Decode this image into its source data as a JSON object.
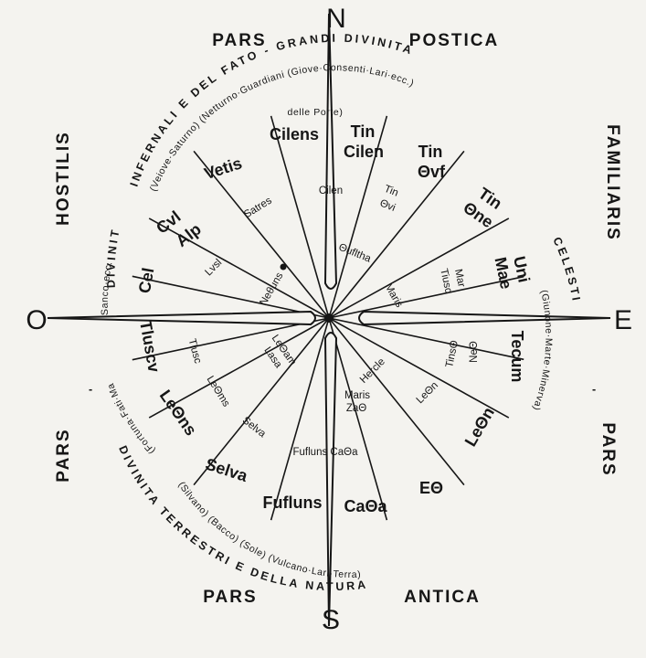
{
  "quadrants": {
    "top_left": "PARS",
    "top_right": "POSTICA",
    "bottom_left": "PARS",
    "bottom_right": "ANTICA",
    "left": "HOSTILIS",
    "right": "FAMILIARIS",
    "left_lower": "PARS",
    "right_lower": "PARS"
  },
  "cardinals": {
    "north": "N",
    "south": "S",
    "east": "E",
    "west": "O"
  },
  "outer_arcs": {
    "top": "INFERNALI E DEL FATO - GRANDI DIVINITA",
    "top_sub": "(Veiove·Saturno) (Netturno·Guardiani (Giove·Consenti·Lari·ecc.)",
    "top_sub2": "delle Porte)",
    "right": "CELESTI",
    "right_sub": "(Giunone·Marte·Minerva)",
    "left": "DIVINITA",
    "left_sub": "Sanco·ecc.)",
    "left_sub2": "(Fortuna·Fati·Mani·",
    "bottom": "DIVINITA TERRESTRI E DELLA NATURA",
    "bottom_sub": "(Silvano) (Bacco) (Sole) (Vulcano·Lari·Terra)",
    "right_dash": "-",
    "left_dash": "-"
  },
  "outer_names": {
    "cilens": "Cilens",
    "tin_cilen_1": "Tin",
    "tin_cilen_2": "Cilen",
    "tin_thvf_1": "Tin",
    "tin_thvf_2": "Θvf",
    "tin_thne_1": "Tin",
    "tin_thne_2": "Θne",
    "uni_1": "Uni",
    "uni_2": "Mae",
    "tecum": "Tecum",
    "lethn_r": "LeΘn",
    "eth": "EΘ",
    "catha": "CaΘa",
    "fufluns": "Fufluns",
    "selva": "Selva",
    "lethns": "LeΘns",
    "tluscv": "Tluscv",
    "cel": "Cel",
    "cvl_1": "Cvl",
    "cvl_2": "Alp",
    "vetis": "Vetis"
  },
  "inner_names": {
    "satres": "Satres",
    "cilen": "Cilen",
    "tin_thvi_1": "Tin",
    "tin_thvi_2": "Θvi",
    "lvsl": "Lvsl",
    "nethuns": "Neθuns",
    "thufltha": "Θufltha",
    "mar_1": "Mar",
    "mar_2": "Tiusc",
    "maris": "Maris",
    "tlusc": "Tlusc",
    "letham_1": "LeΘam",
    "letham_2": "Lasa",
    "lethms": "LeΘms",
    "selva_i": "Selva",
    "fufluns_catha": "Fufluns CaΘa",
    "hercle": "Hercle",
    "maris_i": "Maris",
    "tha": "ZaΘ",
    "lethn_i": "LeΘn",
    "tinsth": "TinsΘ",
    "neth": "NeΘ"
  }
}
